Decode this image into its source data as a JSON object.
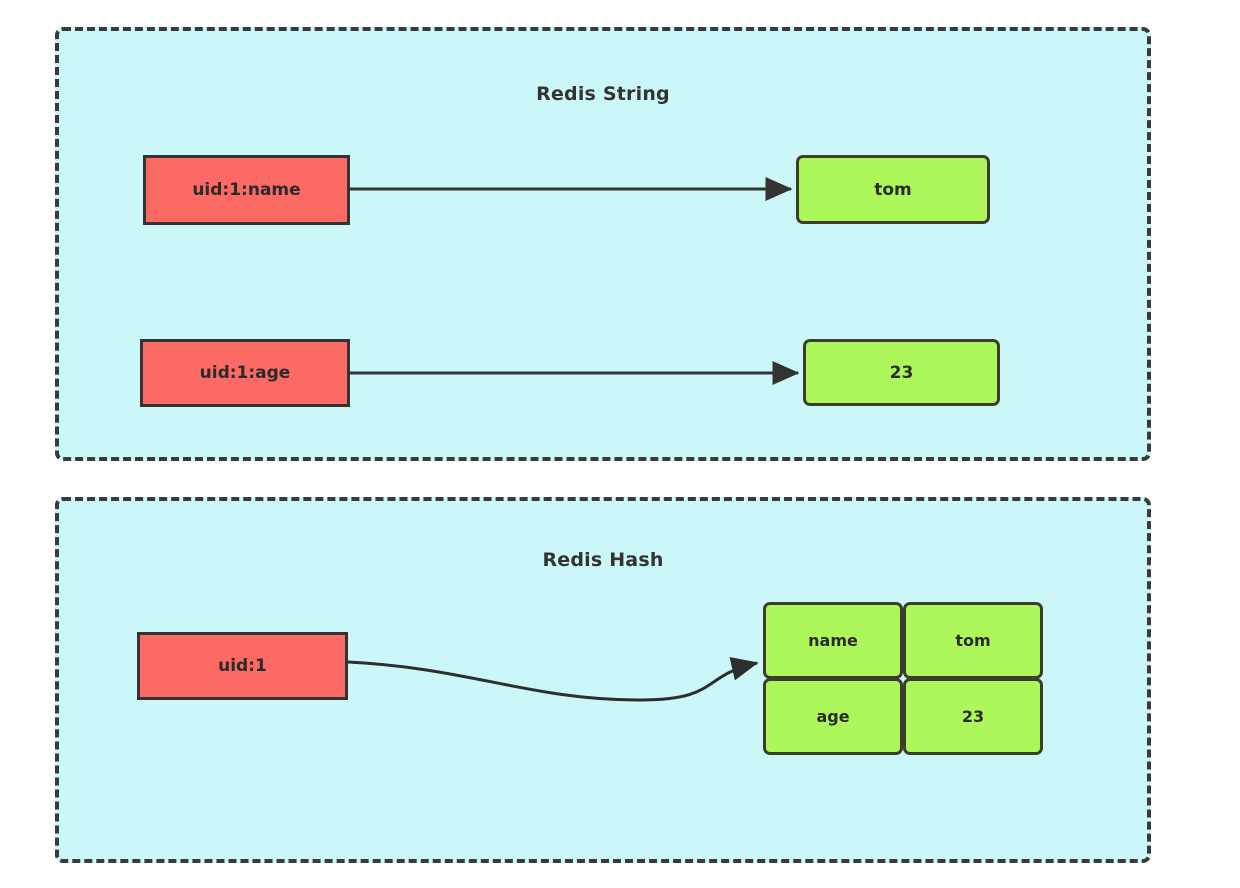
{
  "page": {
    "background": "#ffffff",
    "panel_fill": "#CCF7F8",
    "panel_border": "#3A3A3A",
    "key_fill": "#FB6A64",
    "value_fill": "#ADF75B",
    "connector_color": "#333333"
  },
  "panels": [
    {
      "id": "redis-string",
      "title": "Redis String",
      "pairs": [
        {
          "key": "uid:1:name",
          "value": "tom"
        },
        {
          "key": "uid:1:age",
          "value": "23"
        }
      ]
    },
    {
      "id": "redis-hash",
      "title": "Redis Hash",
      "key": "uid:1",
      "fields": [
        {
          "field": "name",
          "value": "tom"
        },
        {
          "field": "age",
          "value": "23"
        }
      ]
    }
  ],
  "connectors": [
    {
      "name": "arrow-uid-name-to-tom",
      "style": "straight"
    },
    {
      "name": "arrow-uid-age-to-23",
      "style": "straight"
    },
    {
      "name": "arrow-uid-to-hash-table",
      "style": "curved"
    }
  ]
}
